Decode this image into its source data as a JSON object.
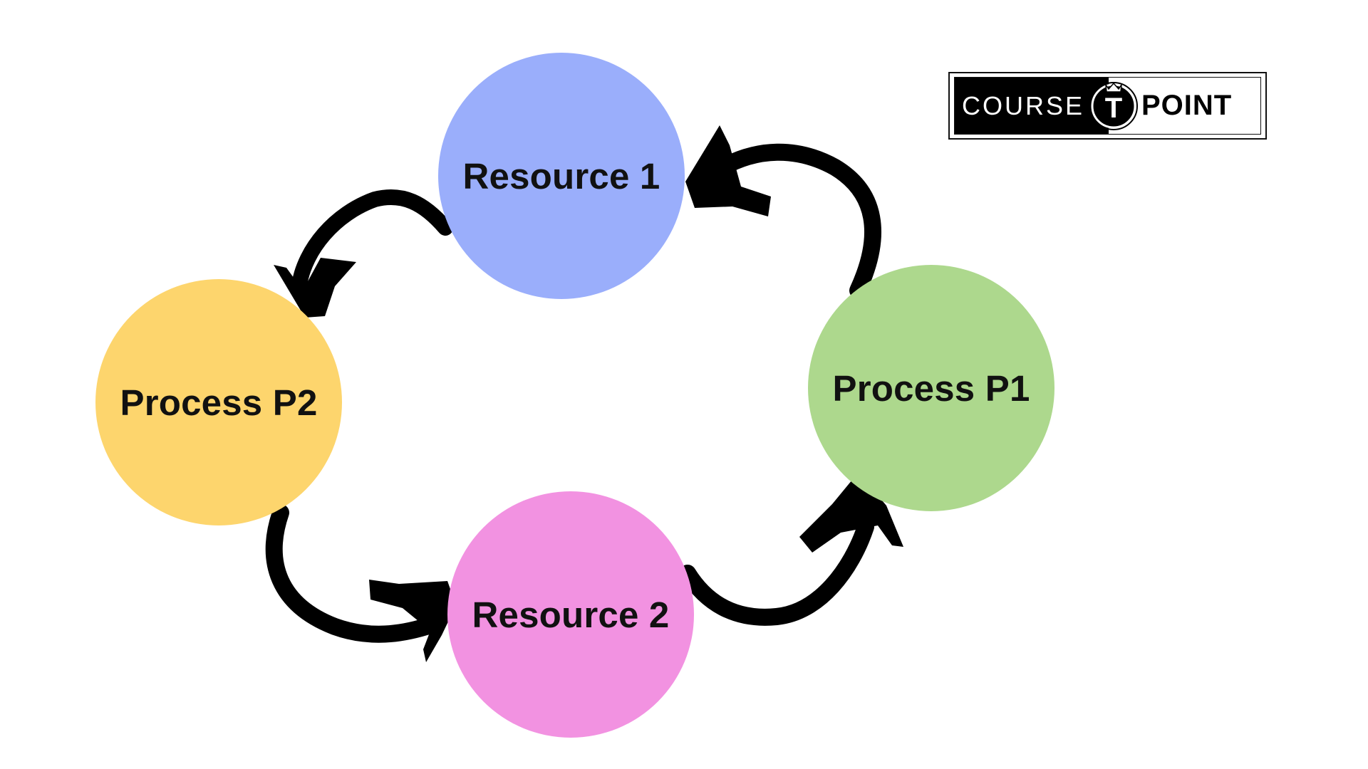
{
  "nodes": {
    "resource1": {
      "label": "Resource 1",
      "color": "#9AAEFB"
    },
    "process_p2": {
      "label": "Process P2",
      "color": "#FDD56D"
    },
    "process_p1": {
      "label": "Process P1",
      "color": "#ADD88D"
    },
    "resource2": {
      "label": "Resource 2",
      "color": "#F292E1"
    }
  },
  "edges": [
    {
      "from": "Process P1",
      "to": "Resource 1"
    },
    {
      "from": "Resource 1",
      "to": "Process P2"
    },
    {
      "from": "Process P2",
      "to": "Resource 2"
    },
    {
      "from": "Resource 2",
      "to": "Process P1"
    }
  ],
  "logo": {
    "left_text": "COURSE",
    "badge_letter": "T",
    "right_text": "POINT"
  },
  "colors": {
    "arrow": "#000000",
    "text": "#111111"
  }
}
